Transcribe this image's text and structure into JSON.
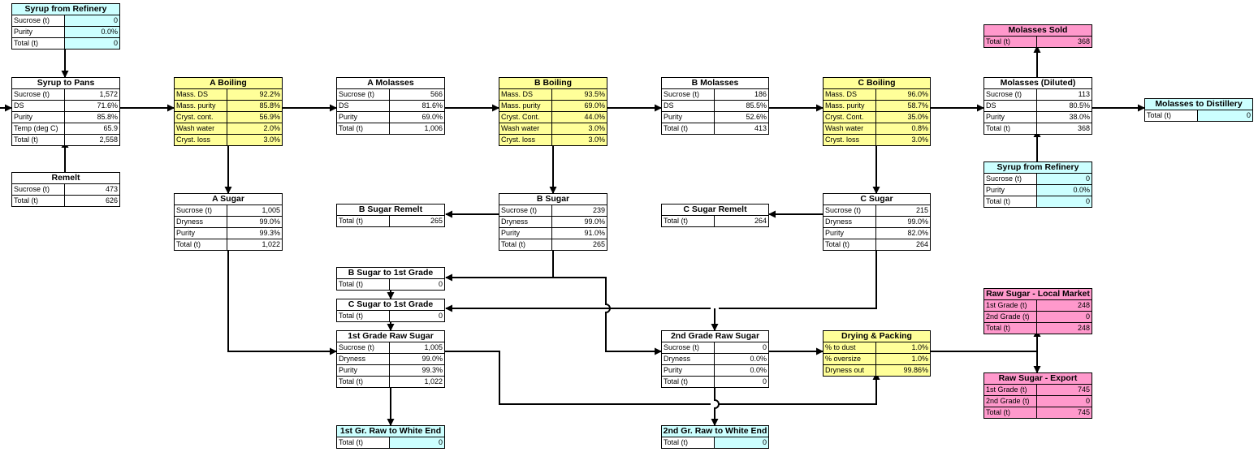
{
  "colors": {
    "yellow": "#ffff99",
    "cyan": "#ccffff",
    "pink": "#ff99cc",
    "white": "#ffffff"
  },
  "boxes": [
    {
      "id": "syrup-refinery-top",
      "title": "Syrup from Refinery",
      "theme": "cyan",
      "rows": [
        {
          "label": "Sucrose (t)",
          "value": "0"
        },
        {
          "label": "Purity",
          "value": "0.0%"
        },
        {
          "label": "Total (t)",
          "value": "0"
        }
      ]
    },
    {
      "id": "syrup-to-pans",
      "title": "Syrup to Pans",
      "theme": "white",
      "rows": [
        {
          "label": "Sucrose (t)",
          "value": "1,572"
        },
        {
          "label": "DS",
          "value": "71.6%"
        },
        {
          "label": "Purity",
          "value": "85.8%"
        },
        {
          "label": "Temp (deg C)",
          "value": "65.9"
        },
        {
          "label": "Total (t)",
          "value": "2,558"
        }
      ]
    },
    {
      "id": "remelt",
      "title": "Remelt",
      "theme": "white",
      "rows": [
        {
          "label": "Sucrose (t)",
          "value": "473"
        },
        {
          "label": "Total (t)",
          "value": "626"
        }
      ]
    },
    {
      "id": "a-boiling",
      "title": "A Boiling",
      "theme": "yellow",
      "rows": [
        {
          "label": "Mass. DS",
          "value": "92.2%"
        },
        {
          "label": "Mass. purity",
          "value": "85.8%"
        },
        {
          "label": "Cryst. cont.",
          "value": "56.9%"
        },
        {
          "label": "Wash water",
          "value": "2.0%"
        },
        {
          "label": "Cryst. loss",
          "value": "3.0%"
        }
      ]
    },
    {
      "id": "a-molasses",
      "title": "A Molasses",
      "theme": "white",
      "rows": [
        {
          "label": "Sucrose (t)",
          "value": "566"
        },
        {
          "label": "DS",
          "value": "81.6%"
        },
        {
          "label": "Purity",
          "value": "69.0%"
        },
        {
          "label": "Total (t)",
          "value": "1,006"
        }
      ]
    },
    {
      "id": "b-boiling",
      "title": "B Boiling",
      "theme": "yellow",
      "rows": [
        {
          "label": "Mass. DS",
          "value": "93.5%"
        },
        {
          "label": "Mass. purity",
          "value": "69.0%"
        },
        {
          "label": "Cryst. Cont.",
          "value": "44.0%"
        },
        {
          "label": "Wash water",
          "value": "3.0%"
        },
        {
          "label": "Cryst. loss",
          "value": "3.0%"
        }
      ]
    },
    {
      "id": "b-molasses",
      "title": "B Molasses",
      "theme": "white",
      "rows": [
        {
          "label": "Sucrose (t)",
          "value": "186"
        },
        {
          "label": "DS",
          "value": "85.5%"
        },
        {
          "label": "Purity",
          "value": "52.6%"
        },
        {
          "label": "Total (t)",
          "value": "413"
        }
      ]
    },
    {
      "id": "c-boiling",
      "title": "C Boiling",
      "theme": "yellow",
      "rows": [
        {
          "label": "Mass. DS",
          "value": "96.0%"
        },
        {
          "label": "Mass. purity",
          "value": "58.7%"
        },
        {
          "label": "Cryst. Cont.",
          "value": "35.0%"
        },
        {
          "label": "Wash water",
          "value": "0.8%"
        },
        {
          "label": "Cryst. loss",
          "value": "3.0%"
        }
      ]
    },
    {
      "id": "molasses-diluted",
      "title": "Molasses (Diluted)",
      "theme": "white",
      "rows": [
        {
          "label": "Sucrose (t)",
          "value": "113"
        },
        {
          "label": "DS",
          "value": "80.5%"
        },
        {
          "label": "Purity",
          "value": "38.0%"
        },
        {
          "label": "Total (t)",
          "value": "368"
        }
      ]
    },
    {
      "id": "molasses-sold",
      "title": "Molasses Sold",
      "theme": "pink",
      "rows": [
        {
          "label": "Total (t)",
          "value": "368"
        }
      ]
    },
    {
      "id": "molasses-distillery",
      "title": "Molasses to Distillery",
      "theme": "cyan",
      "rows": [
        {
          "label": "Total (t)",
          "value": "0"
        }
      ]
    },
    {
      "id": "syrup-refinery-right",
      "title": "Syrup from Refinery",
      "theme": "cyan",
      "rows": [
        {
          "label": "Sucrose (t)",
          "value": "0"
        },
        {
          "label": "Purity",
          "value": "0.0%"
        },
        {
          "label": "Total (t)",
          "value": "0"
        }
      ]
    },
    {
      "id": "a-sugar",
      "title": "A Sugar",
      "theme": "white",
      "rows": [
        {
          "label": "Sucrose (t)",
          "value": "1,005"
        },
        {
          "label": "Dryness",
          "value": "99.0%"
        },
        {
          "label": "Purity",
          "value": "99.3%"
        },
        {
          "label": "Total (t)",
          "value": "1,022"
        }
      ]
    },
    {
      "id": "b-sugar-remelt",
      "title": "B Sugar Remelt",
      "theme": "white",
      "rows": [
        {
          "label": "Total (t)",
          "value": "265"
        }
      ]
    },
    {
      "id": "b-sugar",
      "title": "B Sugar",
      "theme": "white",
      "rows": [
        {
          "label": "Sucrose (t)",
          "value": "239"
        },
        {
          "label": "Dryness",
          "value": "99.0%"
        },
        {
          "label": "Purity",
          "value": "91.0%"
        },
        {
          "label": "Total (t)",
          "value": "265"
        }
      ]
    },
    {
      "id": "c-sugar-remelt",
      "title": "C Sugar Remelt",
      "theme": "white",
      "rows": [
        {
          "label": "Total (t)",
          "value": "264"
        }
      ]
    },
    {
      "id": "c-sugar",
      "title": "C Sugar",
      "theme": "white",
      "rows": [
        {
          "label": "Sucrose (t)",
          "value": "215"
        },
        {
          "label": "Dryness",
          "value": "99.0%"
        },
        {
          "label": "Purity",
          "value": "82.0%"
        },
        {
          "label": "Total (t)",
          "value": "264"
        }
      ]
    },
    {
      "id": "b-sugar-1st-grade",
      "title": "B Sugar to 1st Grade",
      "theme": "white",
      "rows": [
        {
          "label": "Total (t)",
          "value": "0"
        }
      ]
    },
    {
      "id": "c-sugar-1st-grade",
      "title": "C Sugar to 1st Grade",
      "theme": "white",
      "rows": [
        {
          "label": "Total (t)",
          "value": "0"
        }
      ]
    },
    {
      "id": "first-grade-raw",
      "title": "1st Grade Raw Sugar",
      "theme": "white",
      "rows": [
        {
          "label": "Sucrose (t)",
          "value": "1,005"
        },
        {
          "label": "Dryness",
          "value": "99.0%"
        },
        {
          "label": "Purity",
          "value": "99.3%"
        },
        {
          "label": "Total (t)",
          "value": "1,022"
        }
      ]
    },
    {
      "id": "second-grade-raw",
      "title": "2nd Grade Raw Sugar",
      "theme": "white",
      "rows": [
        {
          "label": "Sucrose (t)",
          "value": "0"
        },
        {
          "label": "Dryness",
          "value": "0.0%"
        },
        {
          "label": "Purity",
          "value": "0.0%"
        },
        {
          "label": "Total (t)",
          "value": "0"
        }
      ]
    },
    {
      "id": "drying-packing",
      "title": "Drying & Packing",
      "theme": "yellow",
      "rows": [
        {
          "label": "% to dust",
          "value": "1.0%"
        },
        {
          "label": "% oversize",
          "value": "1.0%"
        },
        {
          "label": "Dryness out",
          "value": "99.86%"
        }
      ]
    },
    {
      "id": "raw-sugar-local",
      "title": "Raw Sugar - Local Market",
      "theme": "pink",
      "rows": [
        {
          "label": "1st Grade (t)",
          "value": "248"
        },
        {
          "label": "2nd Grade (t)",
          "value": "0"
        },
        {
          "label": "Total (t)",
          "value": "248"
        }
      ]
    },
    {
      "id": "raw-sugar-export",
      "title": "Raw Sugar - Export",
      "theme": "pink",
      "rows": [
        {
          "label": "1st Grade (t)",
          "value": "745"
        },
        {
          "label": "2nd Grade (t)",
          "value": "0"
        },
        {
          "label": "Total (t)",
          "value": "745"
        }
      ]
    },
    {
      "id": "first-gr-white-end",
      "title": "1st Gr. Raw to White End",
      "theme": "cyan",
      "rows": [
        {
          "label": "Total (t)",
          "value": "0"
        }
      ]
    },
    {
      "id": "second-gr-white-end",
      "title": "2nd Gr. Raw to White End",
      "theme": "cyan",
      "rows": [
        {
          "label": "Total (t)",
          "value": "0"
        }
      ]
    }
  ]
}
